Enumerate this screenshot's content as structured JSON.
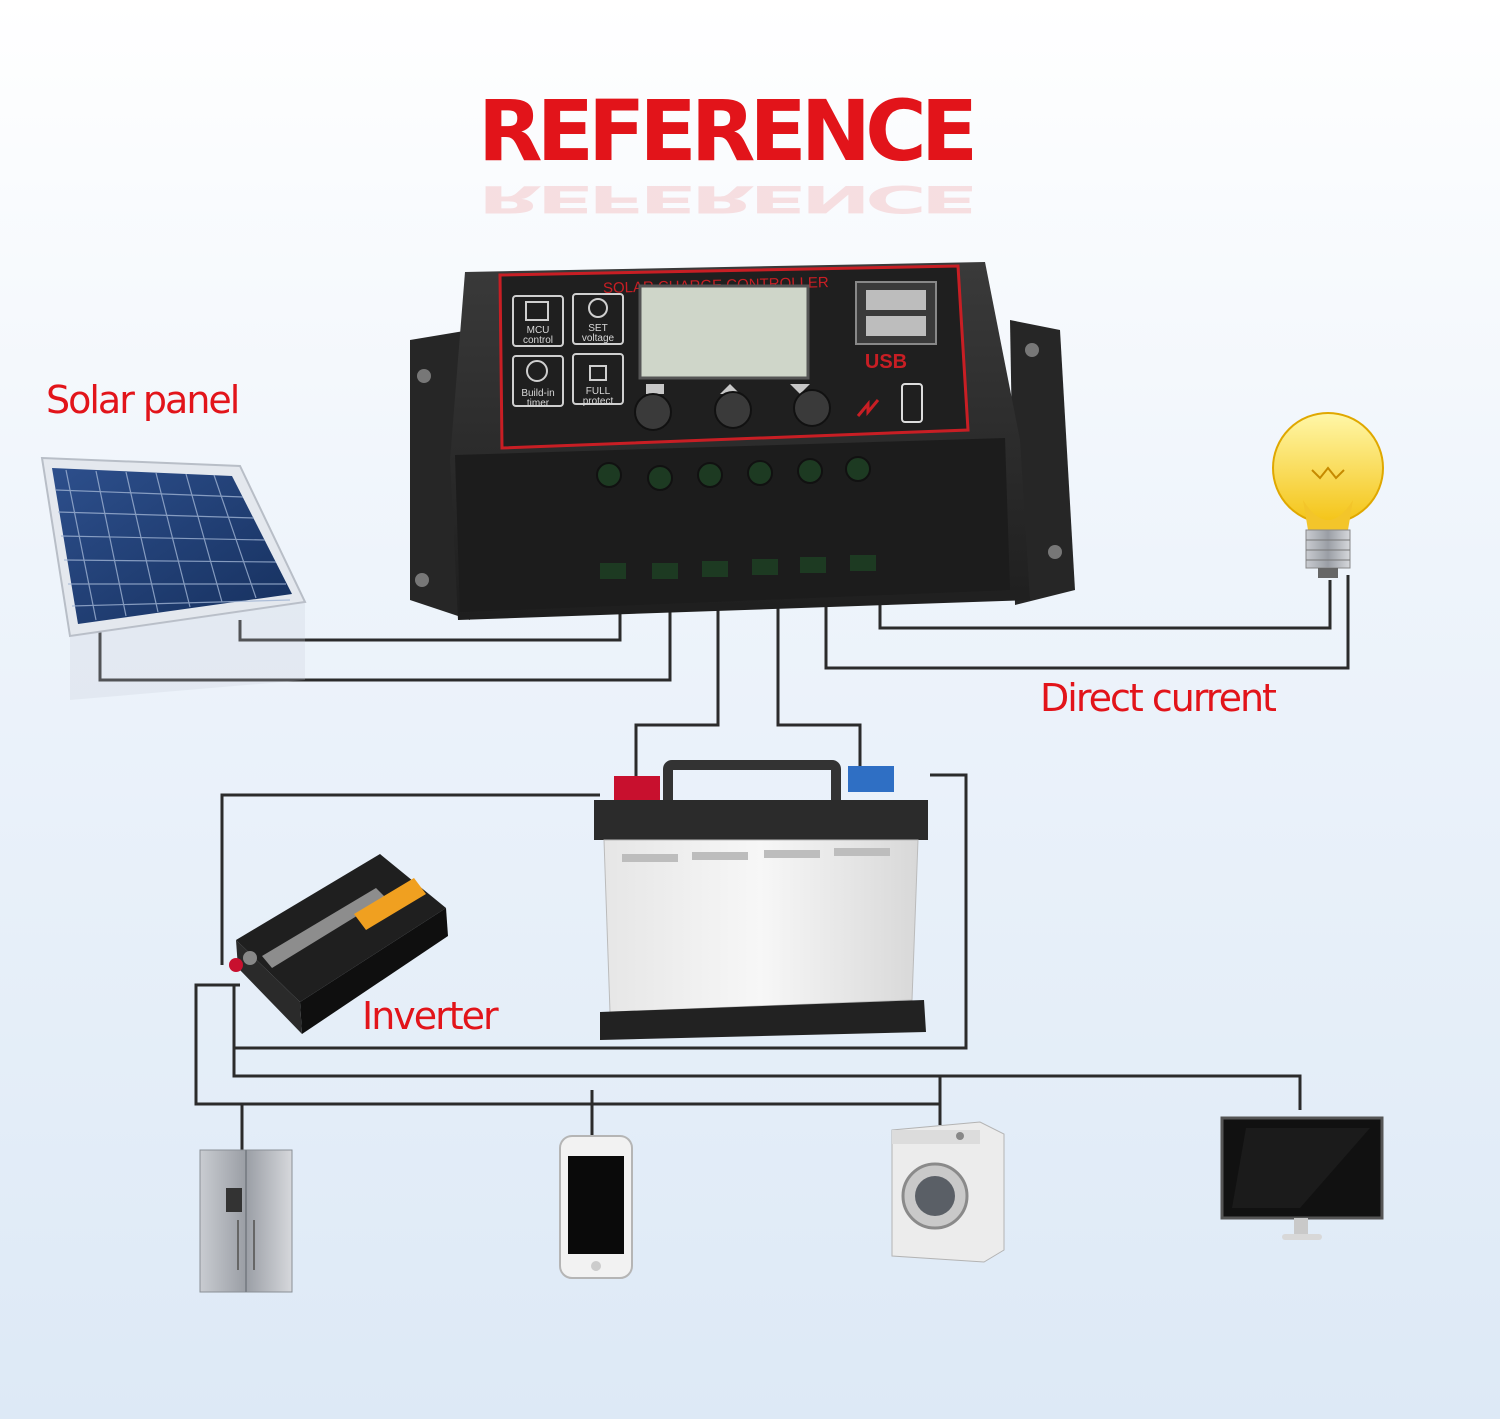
{
  "title": "REFERENCE",
  "labels": {
    "solar_panel": "Solar panel",
    "direct_current": "Direct current",
    "inverter": "Inverter"
  },
  "controller": {
    "brand_text": "SOLAR CHARGE CONTROLLER",
    "usb_label": "USB",
    "features": [
      {
        "icon": "chip-icon",
        "line1": "MCU",
        "line2": "control"
      },
      {
        "icon": "gear-icon",
        "line1": "SET",
        "line2": "voltage"
      },
      {
        "icon": "clock-icon",
        "line1": "Build-in",
        "line2": "timer"
      },
      {
        "icon": "lock-icon",
        "line1": "FULL",
        "line2": "protect"
      }
    ],
    "terminal_groups": [
      "solar-panel-terminals",
      "battery-terminals",
      "load-terminals"
    ]
  },
  "colors": {
    "accent_red": "#e2141a",
    "wire": "#2b2b2b",
    "controller_body": "#2a2a2a",
    "battery_positive": "#c8102e",
    "battery_negative": "#2f6fc4"
  },
  "devices": [
    "refrigerator-icon",
    "smartphone-icon",
    "washing-machine-icon",
    "monitor-icon",
    "light-bulb-icon",
    "inverter-icon",
    "battery-icon",
    "solar-panel-icon"
  ]
}
